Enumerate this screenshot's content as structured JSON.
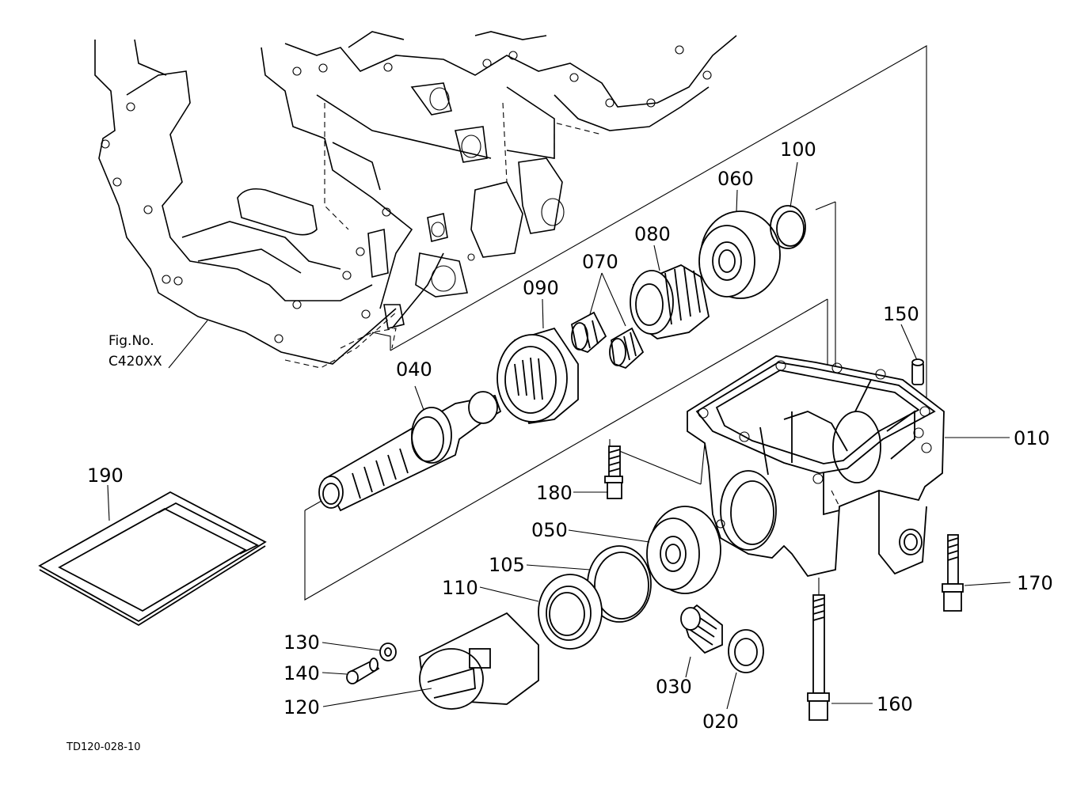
{
  "figure": {
    "reference_label_line1": "Fig.No.",
    "reference_label_line2": "C420XX",
    "code": "TD120-028-10"
  },
  "callouts": [
    {
      "id": "c010",
      "text": "010"
    },
    {
      "id": "c020",
      "text": "020"
    },
    {
      "id": "c030",
      "text": "030"
    },
    {
      "id": "c040",
      "text": "040"
    },
    {
      "id": "c050",
      "text": "050"
    },
    {
      "id": "c060",
      "text": "060"
    },
    {
      "id": "c070",
      "text": "070"
    },
    {
      "id": "c080",
      "text": "080"
    },
    {
      "id": "c090",
      "text": "090"
    },
    {
      "id": "c100",
      "text": "100"
    },
    {
      "id": "c105",
      "text": "105"
    },
    {
      "id": "c110",
      "text": "110"
    },
    {
      "id": "c120",
      "text": "120"
    },
    {
      "id": "c130",
      "text": "130"
    },
    {
      "id": "c140",
      "text": "140"
    },
    {
      "id": "c150",
      "text": "150"
    },
    {
      "id": "c160",
      "text": "160"
    },
    {
      "id": "c170",
      "text": "170"
    },
    {
      "id": "c180",
      "text": "180"
    },
    {
      "id": "c190",
      "text": "190"
    }
  ]
}
